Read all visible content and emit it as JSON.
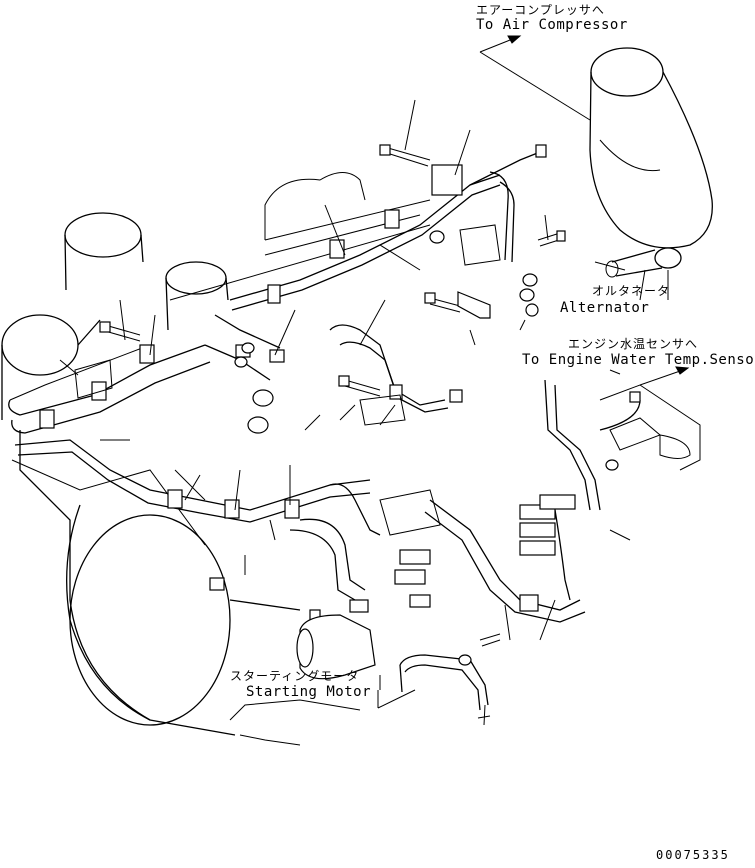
{
  "labels": {
    "air_compressor_jp": "エアーコンプレッサへ",
    "air_compressor_en": "To Air Compressor",
    "alternator_jp": "オルタネータ",
    "alternator_en": "Alternator",
    "water_temp_jp": "エンジン水温センサへ",
    "water_temp_en": "To Engine Water Temp.Sensor",
    "starting_motor_jp": "スターティングモータ",
    "starting_motor_en": "Starting Motor"
  },
  "drawing_number": "00075335"
}
